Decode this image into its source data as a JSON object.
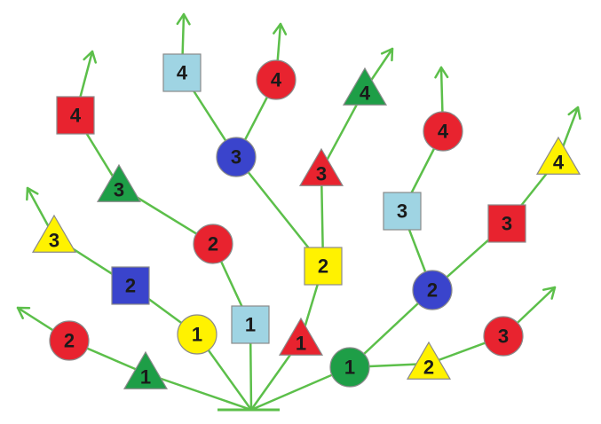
{
  "colors": {
    "red": "#e8232f",
    "green": "#1e9e47",
    "blue": "#3a44cc",
    "yellow": "#fff200",
    "lightblue": "#9fd4e3",
    "line": "#5cbf4a"
  },
  "nodes": [
    {
      "id": "n1",
      "shape": "triangle",
      "color": "green",
      "label": "1"
    },
    {
      "id": "n2",
      "shape": "circle",
      "color": "red",
      "label": "2"
    },
    {
      "id": "n3",
      "shape": "circle",
      "color": "yellow",
      "label": "1"
    },
    {
      "id": "n4",
      "shape": "square",
      "color": "blue",
      "label": "2"
    },
    {
      "id": "n5",
      "shape": "triangle",
      "color": "yellow",
      "label": "3"
    },
    {
      "id": "n6",
      "shape": "square",
      "color": "lightblue",
      "label": "1"
    },
    {
      "id": "n7",
      "shape": "circle",
      "color": "red",
      "label": "2"
    },
    {
      "id": "n8",
      "shape": "triangle",
      "color": "green",
      "label": "3"
    },
    {
      "id": "n9",
      "shape": "square",
      "color": "red",
      "label": "4"
    },
    {
      "id": "n10",
      "shape": "triangle",
      "color": "red",
      "label": "1"
    },
    {
      "id": "n11",
      "shape": "square",
      "color": "yellow",
      "label": "2"
    },
    {
      "id": "n12",
      "shape": "triangle",
      "color": "red",
      "label": "3"
    },
    {
      "id": "n13",
      "shape": "triangle",
      "color": "green",
      "label": "4"
    },
    {
      "id": "n14",
      "shape": "circle",
      "color": "blue",
      "label": "3"
    },
    {
      "id": "n15",
      "shape": "square",
      "color": "lightblue",
      "label": "4"
    },
    {
      "id": "n16",
      "shape": "circle",
      "color": "red",
      "label": "4"
    },
    {
      "id": "n17",
      "shape": "circle",
      "color": "green",
      "label": "1"
    },
    {
      "id": "n18",
      "shape": "triangle",
      "color": "yellow",
      "label": "2"
    },
    {
      "id": "n19",
      "shape": "circle",
      "color": "red",
      "label": "3"
    },
    {
      "id": "n20",
      "shape": "circle",
      "color": "blue",
      "label": "2"
    },
    {
      "id": "n21",
      "shape": "square",
      "color": "lightblue",
      "label": "3"
    },
    {
      "id": "n22",
      "shape": "circle",
      "color": "red",
      "label": "4"
    },
    {
      "id": "n23",
      "shape": "square",
      "color": "red",
      "label": "3"
    },
    {
      "id": "n24",
      "shape": "triangle",
      "color": "yellow",
      "label": "4"
    }
  ],
  "edges": [
    [
      "root",
      "n1"
    ],
    [
      "n1",
      "n2"
    ],
    [
      "root",
      "n3"
    ],
    [
      "n3",
      "n4"
    ],
    [
      "n4",
      "n5"
    ],
    [
      "root",
      "n6"
    ],
    [
      "n6",
      "n7"
    ],
    [
      "n7",
      "n8"
    ],
    [
      "n8",
      "n9"
    ],
    [
      "root",
      "n10"
    ],
    [
      "n10",
      "n11"
    ],
    [
      "n11",
      "n12"
    ],
    [
      "n12",
      "n13"
    ],
    [
      "n11",
      "n14"
    ],
    [
      "n14",
      "n15"
    ],
    [
      "n14",
      "n16"
    ],
    [
      "root",
      "n17"
    ],
    [
      "n17",
      "n18"
    ],
    [
      "n18",
      "n19"
    ],
    [
      "n17",
      "n20"
    ],
    [
      "n20",
      "n21"
    ],
    [
      "n21",
      "n22"
    ],
    [
      "n20",
      "n23"
    ],
    [
      "n23",
      "n24"
    ]
  ],
  "open_ends": [
    "n2",
    "n5",
    "n9",
    "n13",
    "n15",
    "n16",
    "n19",
    "n22",
    "n24"
  ]
}
